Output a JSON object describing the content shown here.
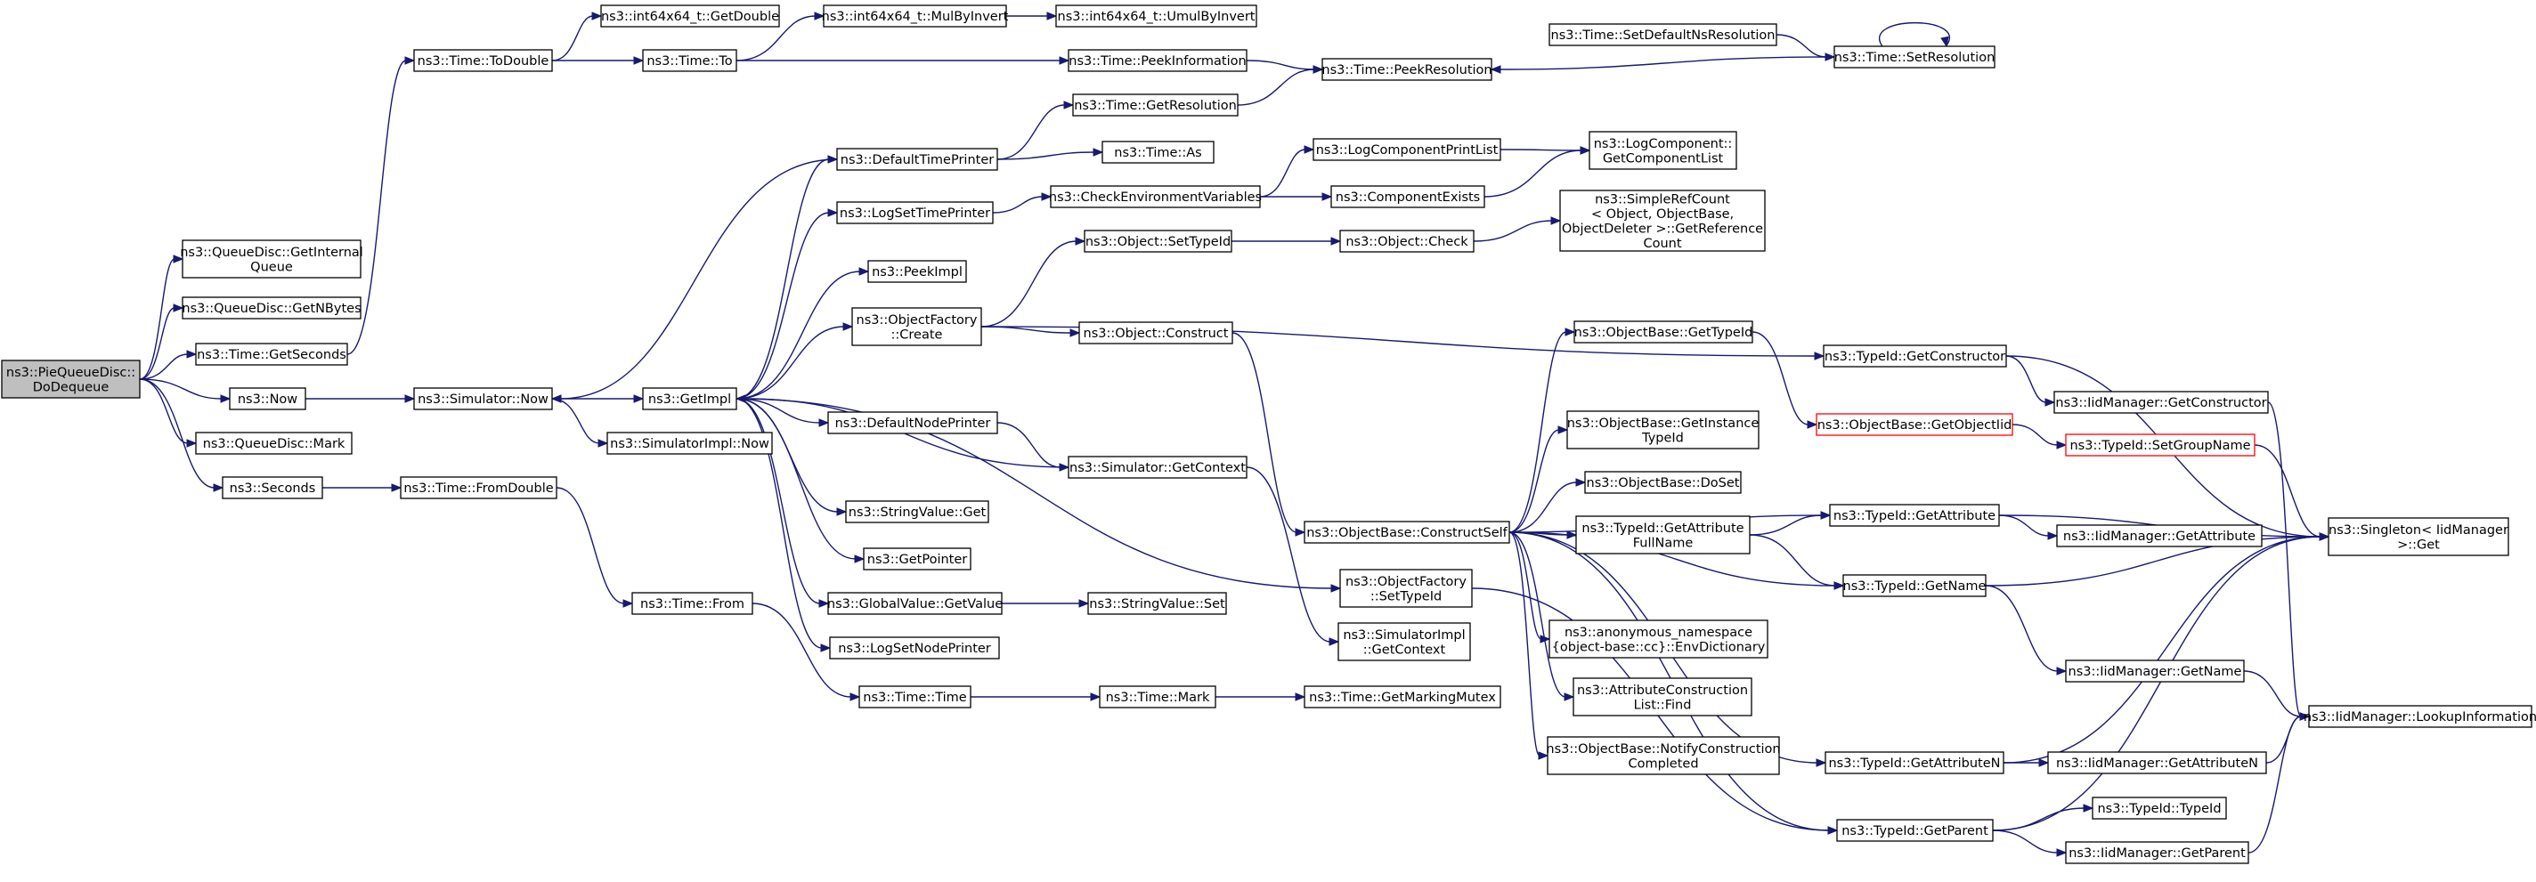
{
  "diagram": {
    "edge_color": "#191970",
    "root_fill": "#bfbfbf",
    "highlight_border": "#ff0000",
    "nodes": [
      {
        "id": "root",
        "lines": [
          "ns3::PieQueueDisc::",
          "DoDequeue"
        ],
        "style": "root"
      },
      {
        "id": "qd_getinternal",
        "lines": [
          "ns3::QueueDisc::GetInternal",
          "Queue"
        ]
      },
      {
        "id": "qd_getnbytes",
        "lines": [
          "ns3::QueueDisc::GetNBytes"
        ]
      },
      {
        "id": "time_getseconds",
        "lines": [
          "ns3::Time::GetSeconds"
        ]
      },
      {
        "id": "now",
        "lines": [
          "ns3::Now"
        ]
      },
      {
        "id": "qd_mark",
        "lines": [
          "ns3::QueueDisc::Mark"
        ]
      },
      {
        "id": "seconds",
        "lines": [
          "ns3::Seconds"
        ]
      },
      {
        "id": "time_todouble",
        "lines": [
          "ns3::Time::ToDouble"
        ]
      },
      {
        "id": "sim_now",
        "lines": [
          "ns3::Simulator::Now"
        ]
      },
      {
        "id": "time_fromdouble",
        "lines": [
          "ns3::Time::FromDouble"
        ]
      },
      {
        "id": "i64_getdouble",
        "lines": [
          "ns3::int64x64_t::GetDouble"
        ]
      },
      {
        "id": "time_to",
        "lines": [
          "ns3::Time::To"
        ]
      },
      {
        "id": "getimpl",
        "lines": [
          "ns3::GetImpl"
        ]
      },
      {
        "id": "simimpl_now",
        "lines": [
          "ns3::SimulatorImpl::Now"
        ]
      },
      {
        "id": "time_from",
        "lines": [
          "ns3::Time::From"
        ]
      },
      {
        "id": "i64_mulbyinvert",
        "lines": [
          "ns3::int64x64_t::MulByInvert"
        ]
      },
      {
        "id": "i64_umulbyinvert",
        "lines": [
          "ns3::int64x64_t::UmulByInvert"
        ]
      },
      {
        "id": "defaulttimeprinter",
        "lines": [
          "ns3::DefaultTimePrinter"
        ]
      },
      {
        "id": "logsettimeprinter",
        "lines": [
          "ns3::LogSetTimePrinter"
        ]
      },
      {
        "id": "peekimpl",
        "lines": [
          "ns3::PeekImpl"
        ]
      },
      {
        "id": "objfactory_create",
        "lines": [
          "ns3::ObjectFactory",
          "::Create"
        ]
      },
      {
        "id": "defaultnodeprinter",
        "lines": [
          "ns3::DefaultNodePrinter"
        ]
      },
      {
        "id": "stringvalue_get",
        "lines": [
          "ns3::StringValue::Get"
        ]
      },
      {
        "id": "getpointer",
        "lines": [
          "ns3::GetPointer"
        ]
      },
      {
        "id": "globalvalue_getvalue",
        "lines": [
          "ns3::GlobalValue::GetValue"
        ]
      },
      {
        "id": "logsetnodeprinter",
        "lines": [
          "ns3::LogSetNodePrinter"
        ]
      },
      {
        "id": "time_time",
        "lines": [
          "ns3::Time::Time"
        ]
      },
      {
        "id": "time_peekinfo",
        "lines": [
          "ns3::Time::PeekInformation"
        ]
      },
      {
        "id": "time_getresolution",
        "lines": [
          "ns3::Time::GetResolution"
        ]
      },
      {
        "id": "time_as",
        "lines": [
          "ns3::Time::As"
        ]
      },
      {
        "id": "checkenv",
        "lines": [
          "ns3::CheckEnvironmentVariables"
        ]
      },
      {
        "id": "object_settypeid",
        "lines": [
          "ns3::Object::SetTypeId"
        ]
      },
      {
        "id": "object_construct",
        "lines": [
          "ns3::Object::Construct"
        ]
      },
      {
        "id": "sim_getcontext",
        "lines": [
          "ns3::Simulator::GetContext"
        ]
      },
      {
        "id": "stringvalue_set",
        "lines": [
          "ns3::StringValue::Set"
        ]
      },
      {
        "id": "time_mark",
        "lines": [
          "ns3::Time::Mark"
        ]
      },
      {
        "id": "time_peekresolution",
        "lines": [
          "ns3::Time::PeekResolution"
        ]
      },
      {
        "id": "logcomponentprintlist",
        "lines": [
          "ns3::LogComponentPrintList"
        ]
      },
      {
        "id": "componentexists",
        "lines": [
          "ns3::ComponentExists"
        ]
      },
      {
        "id": "object_check",
        "lines": [
          "ns3::Object::Check"
        ]
      },
      {
        "id": "objbase_constructself",
        "lines": [
          "ns3::ObjectBase::ConstructSelf"
        ]
      },
      {
        "id": "objfactory_settypeid",
        "lines": [
          "ns3::ObjectFactory",
          "::SetTypeId"
        ]
      },
      {
        "id": "simimpl_getcontext",
        "lines": [
          "ns3::SimulatorImpl",
          "::GetContext"
        ]
      },
      {
        "id": "time_getmarkingmutex",
        "lines": [
          "ns3::Time::GetMarkingMutex"
        ]
      },
      {
        "id": "time_setdefaultns",
        "lines": [
          "ns3::Time::SetDefaultNsResolution"
        ]
      },
      {
        "id": "logcomponent_getlist",
        "lines": [
          "ns3::LogComponent::",
          "GetComponentList"
        ]
      },
      {
        "id": "simplerefcount",
        "lines": [
          "ns3::SimpleRefCount",
          "< Object, ObjectBase,",
          "ObjectDeleter >::GetReference",
          "Count"
        ]
      },
      {
        "id": "objbase_gettypeid",
        "lines": [
          "ns3::ObjectBase::GetTypeId"
        ]
      },
      {
        "id": "objbase_getinstancetypeid",
        "lines": [
          "ns3::ObjectBase::GetInstance",
          "TypeId"
        ]
      },
      {
        "id": "objbase_doset",
        "lines": [
          "ns3::ObjectBase::DoSet"
        ]
      },
      {
        "id": "typeid_getattrfullname",
        "lines": [
          "ns3::TypeId::GetAttribute",
          "FullName"
        ]
      },
      {
        "id": "anon_envdictionary",
        "lines": [
          "ns3::anonymous_namespace",
          "{object-base::cc}::EnvDictionary"
        ]
      },
      {
        "id": "attrconstructionlist_find",
        "lines": [
          "ns3::AttributeConstruction",
          "List::Find"
        ]
      },
      {
        "id": "objbase_notifyconstruction",
        "lines": [
          "ns3::ObjectBase::NotifyConstruction",
          "Completed"
        ]
      },
      {
        "id": "time_setresolution",
        "lines": [
          "ns3::Time::SetResolution"
        ]
      },
      {
        "id": "typeid_getconstructor",
        "lines": [
          "ns3::TypeId::GetConstructor"
        ]
      },
      {
        "id": "objbase_getobjectiid",
        "lines": [
          "ns3::ObjectBase::GetObjectIid"
        ],
        "style": "red"
      },
      {
        "id": "typeid_getattribute",
        "lines": [
          "ns3::TypeId::GetAttribute"
        ]
      },
      {
        "id": "typeid_getname",
        "lines": [
          "ns3::TypeId::GetName"
        ]
      },
      {
        "id": "typeid_getattributen",
        "lines": [
          "ns3::TypeId::GetAttributeN"
        ]
      },
      {
        "id": "typeid_getparent",
        "lines": [
          "ns3::TypeId::GetParent"
        ]
      },
      {
        "id": "iidmgr_getconstructor",
        "lines": [
          "ns3::IidManager::GetConstructor"
        ]
      },
      {
        "id": "typeid_setgroupname",
        "lines": [
          "ns3::TypeId::SetGroupName"
        ],
        "style": "red"
      },
      {
        "id": "iidmgr_getattribute",
        "lines": [
          "ns3::IidManager::GetAttribute"
        ]
      },
      {
        "id": "iidmgr_getname",
        "lines": [
          "ns3::IidManager::GetName"
        ]
      },
      {
        "id": "iidmgr_getattributen",
        "lines": [
          "ns3::IidManager::GetAttributeN"
        ]
      },
      {
        "id": "typeid_typeid",
        "lines": [
          "ns3::TypeId::TypeId"
        ]
      },
      {
        "id": "iidmgr_getparent",
        "lines": [
          "ns3::IidManager::GetParent"
        ]
      },
      {
        "id": "singleton_get",
        "lines": [
          "ns3::Singleton< IidManager",
          ">::Get"
        ]
      },
      {
        "id": "iidmgr_lookupinfo",
        "lines": [
          "ns3::IidManager::LookupInformation"
        ]
      }
    ],
    "edges": [
      [
        "root",
        "qd_getinternal"
      ],
      [
        "root",
        "qd_getnbytes"
      ],
      [
        "root",
        "time_getseconds"
      ],
      [
        "root",
        "now"
      ],
      [
        "root",
        "qd_mark"
      ],
      [
        "root",
        "seconds"
      ],
      [
        "time_getseconds",
        "time_todouble"
      ],
      [
        "now",
        "sim_now"
      ],
      [
        "seconds",
        "time_fromdouble"
      ],
      [
        "time_todouble",
        "i64_getdouble"
      ],
      [
        "time_todouble",
        "time_to"
      ],
      [
        "sim_now",
        "getimpl"
      ],
      [
        "sim_now",
        "simimpl_now"
      ],
      [
        "time_fromdouble",
        "time_from"
      ],
      [
        "time_to",
        "i64_mulbyinvert"
      ],
      [
        "time_to",
        "time_peekinfo"
      ],
      [
        "i64_mulbyinvert",
        "i64_umulbyinvert"
      ],
      [
        "getimpl",
        "defaulttimeprinter"
      ],
      [
        "getimpl",
        "logsettimeprinter"
      ],
      [
        "getimpl",
        "peekimpl"
      ],
      [
        "getimpl",
        "objfactory_create"
      ],
      [
        "getimpl",
        "defaultnodeprinter"
      ],
      [
        "getimpl",
        "stringvalue_get"
      ],
      [
        "getimpl",
        "getpointer"
      ],
      [
        "getimpl",
        "globalvalue_getvalue"
      ],
      [
        "getimpl",
        "logsetnodeprinter"
      ],
      [
        "getimpl",
        "objfactory_settypeid"
      ],
      [
        "time_from",
        "time_time"
      ],
      [
        "defaulttimeprinter",
        "time_getresolution"
      ],
      [
        "defaulttimeprinter",
        "time_as"
      ],
      [
        "defaulttimeprinter",
        "sim_now"
      ],
      [
        "logsettimeprinter",
        "checkenv"
      ],
      [
        "objfactory_create",
        "object_settypeid"
      ],
      [
        "objfactory_create",
        "object_construct"
      ],
      [
        "objfactory_create",
        "typeid_getconstructor"
      ],
      [
        "defaultnodeprinter",
        "sim_getcontext"
      ],
      [
        "globalvalue_getvalue",
        "stringvalue_set"
      ],
      [
        "time_time",
        "time_mark"
      ],
      [
        "time_peekinfo",
        "time_peekresolution"
      ],
      [
        "time_getresolution",
        "time_peekresolution"
      ],
      [
        "checkenv",
        "logcomponentprintlist"
      ],
      [
        "checkenv",
        "componentexists"
      ],
      [
        "object_settypeid",
        "object_check"
      ],
      [
        "object_construct",
        "objbase_constructself"
      ],
      [
        "sim_getcontext",
        "getimpl"
      ],
      [
        "sim_getcontext",
        "simimpl_getcontext"
      ],
      [
        "time_mark",
        "time_getmarkingmutex"
      ],
      [
        "logcomponentprintlist",
        "logcomponent_getlist"
      ],
      [
        "componentexists",
        "logcomponent_getlist"
      ],
      [
        "object_check",
        "simplerefcount"
      ],
      [
        "objbase_constructself",
        "objbase_gettypeid"
      ],
      [
        "objbase_constructself",
        "objbase_getinstancetypeid"
      ],
      [
        "objbase_constructself",
        "objbase_doset"
      ],
      [
        "objbase_constructself",
        "typeid_getattrfullname"
      ],
      [
        "objbase_constructself",
        "anon_envdictionary"
      ],
      [
        "objbase_constructself",
        "attrconstructionlist_find"
      ],
      [
        "objbase_constructself",
        "objbase_notifyconstruction"
      ],
      [
        "objbase_constructself",
        "typeid_getattribute"
      ],
      [
        "objbase_constructself",
        "typeid_getname"
      ],
      [
        "objbase_constructself",
        "typeid_getattributen"
      ],
      [
        "objbase_constructself",
        "typeid_getparent"
      ],
      [
        "objfactory_settypeid",
        "typeid_getparent"
      ],
      [
        "time_setdefaultns",
        "time_setresolution"
      ],
      [
        "time_setresolution",
        "time_setresolution"
      ],
      [
        "time_setresolution",
        "time_peekresolution"
      ],
      [
        "objbase_gettypeid",
        "objbase_getobjectiid"
      ],
      [
        "typeid_getconstructor",
        "iidmgr_getconstructor"
      ],
      [
        "typeid_getconstructor",
        "singleton_get"
      ],
      [
        "objbase_getobjectiid",
        "typeid_setgroupname"
      ],
      [
        "typeid_getattrfullname",
        "typeid_getattribute"
      ],
      [
        "typeid_getattrfullname",
        "typeid_getname"
      ],
      [
        "typeid_getattribute",
        "iidmgr_getattribute"
      ],
      [
        "typeid_getattribute",
        "singleton_get"
      ],
      [
        "typeid_getname",
        "iidmgr_getname"
      ],
      [
        "typeid_getname",
        "singleton_get"
      ],
      [
        "typeid_getattributen",
        "iidmgr_getattributen"
      ],
      [
        "typeid_getattributen",
        "singleton_get"
      ],
      [
        "typeid_getparent",
        "typeid_typeid"
      ],
      [
        "typeid_getparent",
        "iidmgr_getparent"
      ],
      [
        "typeid_getparent",
        "singleton_get"
      ],
      [
        "iidmgr_getconstructor",
        "iidmgr_lookupinfo"
      ],
      [
        "typeid_setgroupname",
        "singleton_get"
      ],
      [
        "iidmgr_getname",
        "iidmgr_lookupinfo"
      ],
      [
        "iidmgr_getattributen",
        "iidmgr_lookupinfo"
      ],
      [
        "iidmgr_getparent",
        "iidmgr_lookupinfo"
      ]
    ]
  }
}
